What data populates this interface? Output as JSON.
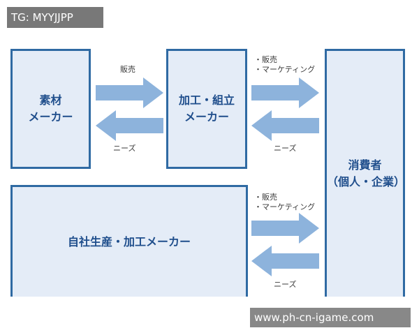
{
  "watermarks": {
    "top_left": "TG: MYYJJPP",
    "bottom_right": "www.ph-cn-igame.com"
  },
  "boxes": {
    "material_maker": {
      "lines": [
        "素材",
        "メーカー"
      ]
    },
    "processing_maker": {
      "lines": [
        "加工・組立",
        "メーカー"
      ]
    },
    "consumer": {
      "lines": [
        "消費者",
        "（個人・企業）"
      ]
    },
    "inhouse": {
      "lines": [
        "自社生産・加工メーカー"
      ]
    }
  },
  "labels": {
    "sales_top_left": "販売",
    "needs_top_left": "ニーズ",
    "sales_top_right": [
      "・販売",
      "・マーケティング"
    ],
    "needs_top_right": "ニーズ",
    "sales_bottom_right": [
      "・販売",
      "・マーケティング"
    ],
    "needs_bottom_right": "ニーズ"
  },
  "colors": {
    "box_fill": "#e4ecf7",
    "box_border": "#2f6aa3",
    "box_text": "#1f4e8c",
    "arrow_fill": "#8db3dc"
  }
}
